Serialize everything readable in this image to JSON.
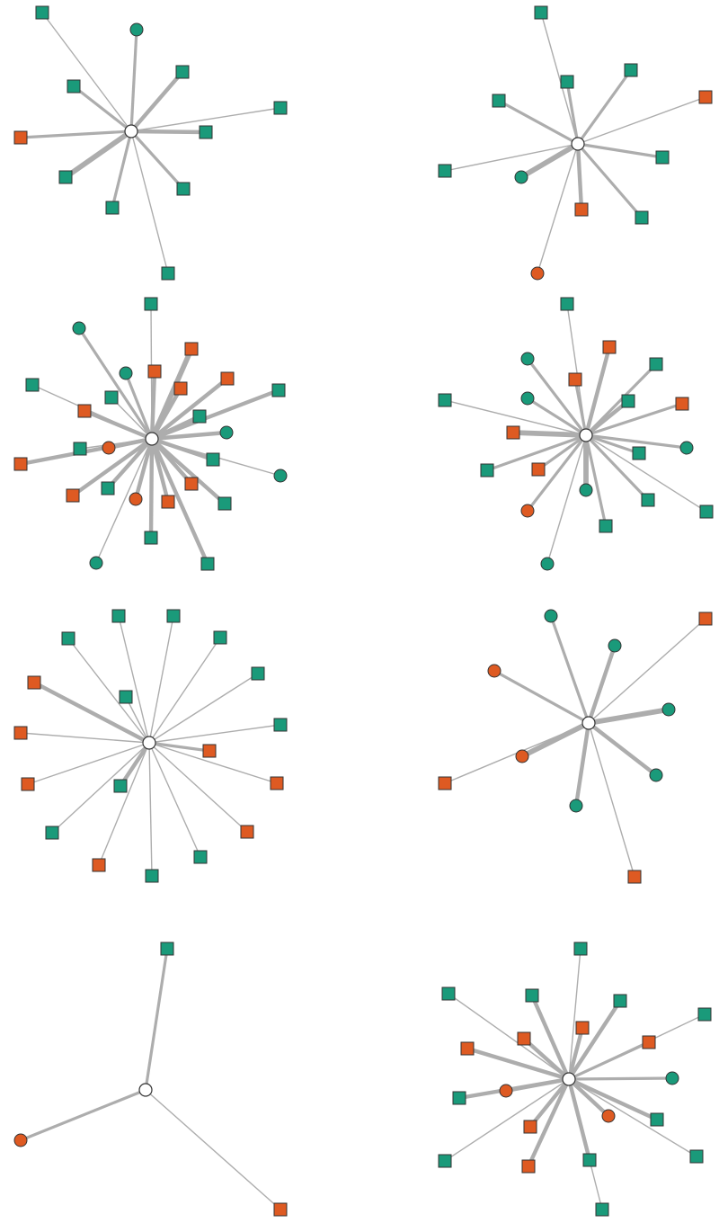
{
  "colors": {
    "teal": "#1a9a7a",
    "orange": "#de5a22",
    "edge": "#adadad",
    "hub": "#ffffff",
    "outline": "#333333"
  },
  "legend_text": "",
  "panels": [
    {
      "name": "star-network-1",
      "leaves": [
        {
          "shape": "square",
          "color": "teal",
          "weight": 1
        },
        {
          "shape": "circle",
          "color": "teal",
          "weight": 3
        },
        {
          "shape": "square",
          "color": "teal",
          "weight": 3
        },
        {
          "shape": "square",
          "color": "teal",
          "weight": 4
        },
        {
          "shape": "square",
          "color": "teal",
          "weight": 1
        },
        {
          "shape": "square",
          "color": "orange",
          "weight": 3
        },
        {
          "shape": "square",
          "color": "teal",
          "weight": 4
        },
        {
          "shape": "square",
          "color": "teal",
          "weight": 5
        },
        {
          "shape": "square",
          "color": "teal",
          "weight": 3
        },
        {
          "shape": "square",
          "color": "teal",
          "weight": 3
        },
        {
          "shape": "square",
          "color": "teal",
          "weight": 1
        }
      ]
    },
    {
      "name": "star-network-2",
      "leaves": [
        {
          "shape": "square",
          "color": "teal",
          "weight": 1
        },
        {
          "shape": "square",
          "color": "teal",
          "weight": 3
        },
        {
          "shape": "square",
          "color": "teal",
          "weight": 3
        },
        {
          "shape": "square",
          "color": "teal",
          "weight": 3
        },
        {
          "shape": "square",
          "color": "orange",
          "weight": 1
        },
        {
          "shape": "square",
          "color": "teal",
          "weight": 1
        },
        {
          "shape": "circle",
          "color": "teal",
          "weight": 5
        },
        {
          "shape": "square",
          "color": "teal",
          "weight": 3
        },
        {
          "shape": "square",
          "color": "orange",
          "weight": 4
        },
        {
          "shape": "square",
          "color": "teal",
          "weight": 3
        },
        {
          "shape": "circle",
          "color": "orange",
          "weight": 1
        }
      ]
    },
    {
      "name": "star-network-3",
      "leaves": [
        {
          "shape": "square",
          "color": "teal",
          "weight": 1
        },
        {
          "shape": "circle",
          "color": "teal",
          "weight": 3
        },
        {
          "shape": "square",
          "color": "orange",
          "weight": 4
        },
        {
          "shape": "circle",
          "color": "teal",
          "weight": 3
        },
        {
          "shape": "square",
          "color": "orange",
          "weight": 5
        },
        {
          "shape": "square",
          "color": "orange",
          "weight": 4
        },
        {
          "shape": "square",
          "color": "orange",
          "weight": 4
        },
        {
          "shape": "square",
          "color": "teal",
          "weight": 1
        },
        {
          "shape": "square",
          "color": "teal",
          "weight": 1
        },
        {
          "shape": "square",
          "color": "teal",
          "weight": 4
        },
        {
          "shape": "square",
          "color": "orange",
          "weight": 4
        },
        {
          "shape": "square",
          "color": "teal",
          "weight": 4
        },
        {
          "shape": "circle",
          "color": "teal",
          "weight": 4
        },
        {
          "shape": "square",
          "color": "teal",
          "weight": 1
        },
        {
          "shape": "circle",
          "color": "orange",
          "weight": 4
        },
        {
          "shape": "square",
          "color": "teal",
          "weight": 4
        },
        {
          "shape": "circle",
          "color": "teal",
          "weight": 1
        },
        {
          "shape": "square",
          "color": "orange",
          "weight": 4
        },
        {
          "shape": "square",
          "color": "orange",
          "weight": 4
        },
        {
          "shape": "square",
          "color": "orange",
          "weight": 4
        },
        {
          "shape": "square",
          "color": "teal",
          "weight": 4
        },
        {
          "shape": "square",
          "color": "teal",
          "weight": 4
        },
        {
          "shape": "circle",
          "color": "orange",
          "weight": 4
        },
        {
          "shape": "square",
          "color": "teal",
          "weight": 4
        },
        {
          "shape": "square",
          "color": "orange",
          "weight": 4
        },
        {
          "shape": "square",
          "color": "teal",
          "weight": 4
        },
        {
          "shape": "circle",
          "color": "teal",
          "weight": 1
        },
        {
          "shape": "square",
          "color": "teal",
          "weight": 1
        }
      ]
    },
    {
      "name": "star-network-4",
      "leaves": [
        {
          "shape": "square",
          "color": "teal",
          "weight": 1
        },
        {
          "shape": "square",
          "color": "orange",
          "weight": 4
        },
        {
          "shape": "circle",
          "color": "teal",
          "weight": 3
        },
        {
          "shape": "square",
          "color": "orange",
          "weight": 3
        },
        {
          "shape": "square",
          "color": "teal",
          "weight": 3
        },
        {
          "shape": "circle",
          "color": "teal",
          "weight": 3
        },
        {
          "shape": "square",
          "color": "teal",
          "weight": 4
        },
        {
          "shape": "square",
          "color": "orange",
          "weight": 3
        },
        {
          "shape": "square",
          "color": "teal",
          "weight": 1
        },
        {
          "shape": "square",
          "color": "orange",
          "weight": 5
        },
        {
          "shape": "circle",
          "color": "teal",
          "weight": 3
        },
        {
          "shape": "square",
          "color": "teal",
          "weight": 3
        },
        {
          "shape": "square",
          "color": "orange",
          "weight": 3
        },
        {
          "shape": "square",
          "color": "teal",
          "weight": 3
        },
        {
          "shape": "circle",
          "color": "teal",
          "weight": 5
        },
        {
          "shape": "square",
          "color": "teal",
          "weight": 3
        },
        {
          "shape": "square",
          "color": "teal",
          "weight": 3
        },
        {
          "shape": "square",
          "color": "teal",
          "weight": 1
        },
        {
          "shape": "circle",
          "color": "orange",
          "weight": 3
        },
        {
          "shape": "circle",
          "color": "teal",
          "weight": 1
        }
      ]
    },
    {
      "name": "star-network-5",
      "leaves": [
        {
          "shape": "square",
          "color": "teal",
          "weight": 1
        },
        {
          "shape": "square",
          "color": "teal",
          "weight": 1
        },
        {
          "shape": "square",
          "color": "teal",
          "weight": 1
        },
        {
          "shape": "square",
          "color": "teal",
          "weight": 1
        },
        {
          "shape": "square",
          "color": "orange",
          "weight": 4
        },
        {
          "shape": "square",
          "color": "teal",
          "weight": 1
        },
        {
          "shape": "square",
          "color": "teal",
          "weight": 1
        },
        {
          "shape": "square",
          "color": "teal",
          "weight": 1
        },
        {
          "shape": "square",
          "color": "orange",
          "weight": 1
        },
        {
          "shape": "square",
          "color": "orange",
          "weight": 3
        },
        {
          "shape": "square",
          "color": "orange",
          "weight": 1
        },
        {
          "shape": "square",
          "color": "orange",
          "weight": 1
        },
        {
          "shape": "square",
          "color": "teal",
          "weight": 4
        },
        {
          "shape": "square",
          "color": "teal",
          "weight": 1
        },
        {
          "shape": "square",
          "color": "orange",
          "weight": 1
        },
        {
          "shape": "square",
          "color": "orange",
          "weight": 1
        },
        {
          "shape": "square",
          "color": "teal",
          "weight": 1
        },
        {
          "shape": "square",
          "color": "teal",
          "weight": 1
        }
      ]
    },
    {
      "name": "star-network-6",
      "leaves": [
        {
          "shape": "circle",
          "color": "teal",
          "weight": 3
        },
        {
          "shape": "circle",
          "color": "teal",
          "weight": 4
        },
        {
          "shape": "square",
          "color": "orange",
          "weight": 1
        },
        {
          "shape": "circle",
          "color": "orange",
          "weight": 3
        },
        {
          "shape": "circle",
          "color": "teal",
          "weight": 5
        },
        {
          "shape": "circle",
          "color": "teal",
          "weight": 4
        },
        {
          "shape": "circle",
          "color": "orange",
          "weight": 5
        },
        {
          "shape": "square",
          "color": "orange",
          "weight": 1
        },
        {
          "shape": "circle",
          "color": "teal",
          "weight": 4
        },
        {
          "shape": "square",
          "color": "orange",
          "weight": 1
        }
      ]
    },
    {
      "name": "star-network-7",
      "leaves": [
        {
          "shape": "square",
          "color": "teal",
          "weight": 3
        },
        {
          "shape": "circle",
          "color": "orange",
          "weight": 3
        },
        {
          "shape": "square",
          "color": "orange",
          "weight": 1
        }
      ]
    },
    {
      "name": "star-network-8",
      "leaves": [
        {
          "shape": "square",
          "color": "teal",
          "weight": 1
        },
        {
          "shape": "square",
          "color": "teal",
          "weight": 1
        },
        {
          "shape": "square",
          "color": "teal",
          "weight": 4
        },
        {
          "shape": "square",
          "color": "teal",
          "weight": 4
        },
        {
          "shape": "square",
          "color": "orange",
          "weight": 4
        },
        {
          "shape": "square",
          "color": "teal",
          "weight": 1
        },
        {
          "shape": "square",
          "color": "orange",
          "weight": 4
        },
        {
          "shape": "square",
          "color": "orange",
          "weight": 4
        },
        {
          "shape": "square",
          "color": "orange",
          "weight": 3
        },
        {
          "shape": "circle",
          "color": "teal",
          "weight": 3
        },
        {
          "shape": "circle",
          "color": "orange",
          "weight": 4
        },
        {
          "shape": "square",
          "color": "teal",
          "weight": 4
        },
        {
          "shape": "circle",
          "color": "orange",
          "weight": 4
        },
        {
          "shape": "square",
          "color": "teal",
          "weight": 4
        },
        {
          "shape": "square",
          "color": "teal",
          "weight": 1
        },
        {
          "shape": "square",
          "color": "orange",
          "weight": 4
        },
        {
          "shape": "square",
          "color": "orange",
          "weight": 4
        },
        {
          "shape": "square",
          "color": "teal",
          "weight": 1
        },
        {
          "shape": "square",
          "color": "teal",
          "weight": 4
        },
        {
          "shape": "square",
          "color": "teal",
          "weight": 1
        }
      ]
    }
  ]
}
